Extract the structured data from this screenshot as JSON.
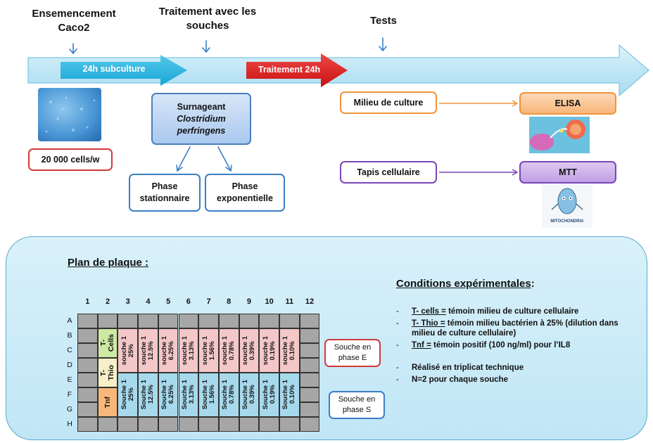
{
  "timeline": {
    "step1": [
      "Ensemencement",
      "Caco2"
    ],
    "step2": [
      "Traitement avec les",
      "souches"
    ],
    "step3": "Tests",
    "subculture": "24h subculture",
    "treatment": "Traitement 24h"
  },
  "left": {
    "cells": "20 000 cells/w"
  },
  "supernatant": {
    "line1": "Surnageant",
    "line2": "Clostridium",
    "line3": "perfringens"
  },
  "phases": {
    "stationary": [
      "Phase",
      "stationnaire"
    ],
    "exponential": [
      "Phase",
      "exponentielle"
    ]
  },
  "tests": {
    "milieu": "Milieu de culture",
    "tapis": "Tapis cellulaire",
    "elisa": "ELISA",
    "mtt": "MTT",
    "mito_caption": "MITOCHONDRIA"
  },
  "plate": {
    "title": "Plan de plaque :",
    "columns": [
      "1",
      "2",
      "3",
      "4",
      "5",
      "6",
      "7",
      "8",
      "9",
      "10",
      "11",
      "12"
    ],
    "rows": [
      "A",
      "B",
      "C",
      "D",
      "E",
      "F",
      "G",
      "H"
    ],
    "t_cells": "T-\nCells",
    "t_thio": "T-\nThio",
    "tnf": "Tnf",
    "souche_e_label": "souche 1",
    "souche_s_label": "Souche 1",
    "concentrations": [
      "25%",
      "12.5%",
      "6.25%",
      "3.13%",
      "1.56%",
      "0.78%",
      "0.39%",
      "0.19%",
      "0.10%"
    ],
    "legend_e": [
      "Souche en",
      "phase E"
    ],
    "legend_s": [
      "Souche en",
      "phase S"
    ],
    "colors": {
      "pink": "#f4c7c8",
      "blue": "#a7d9ec",
      "green": "#cde9a4",
      "orange": "#f7b77a",
      "gray": "#a6a6a6"
    }
  },
  "conditions": {
    "title": "Conditions expérimentales",
    "colon": ":",
    "items": [
      {
        "key": "T- cells =",
        "text": " témoin milieu de culture cellulaire"
      },
      {
        "key": "T- Thio =",
        "text": " témoin milieu bactérien à 25% (dilution dans milieu de culture cellulaire)"
      },
      {
        "key": "Tnf =",
        "text": " témoin positif (100 ng/ml) pour l’IL8"
      },
      {
        "key": "",
        "text": ""
      },
      {
        "key": "",
        "text": "Réalisé en triplicat technique"
      },
      {
        "key": "",
        "text": "N=2 pour chaque souche"
      }
    ]
  }
}
